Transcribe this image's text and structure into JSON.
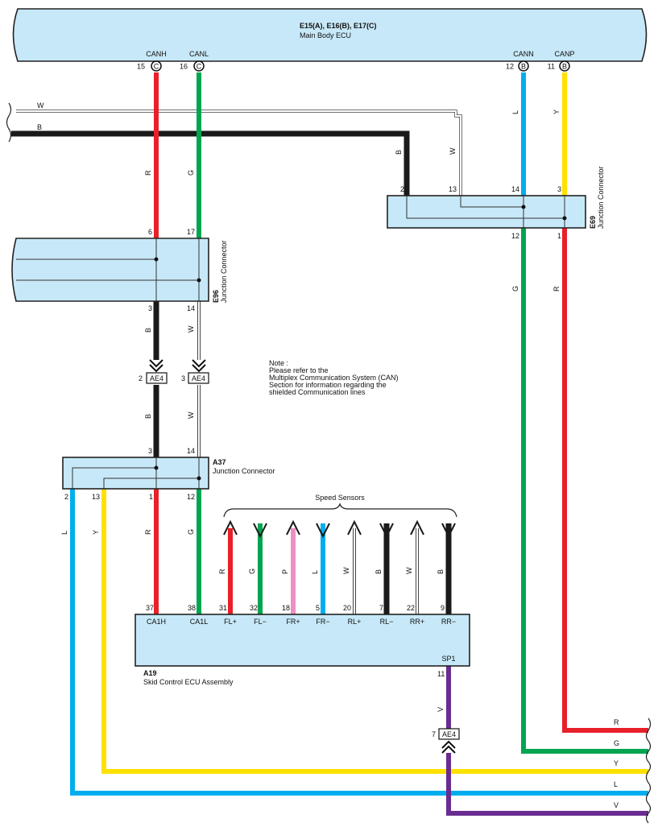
{
  "main_ecu": {
    "connectors": "E15(A), E16(B), E17(C)",
    "name": "Main Body ECU",
    "pins": [
      {
        "num": "15",
        "conn": "C",
        "signal": "CANH"
      },
      {
        "num": "16",
        "conn": "C",
        "signal": "CANL"
      },
      {
        "num": "12",
        "conn": "B",
        "signal": "CANN"
      },
      {
        "num": "11",
        "conn": "B",
        "signal": "CANP"
      }
    ]
  },
  "bus_lines": {
    "w": "W",
    "b": "B"
  },
  "e69": {
    "id": "E69",
    "name": "Junction Connector",
    "pins_top": [
      "2",
      "13",
      "14",
      "3"
    ],
    "pins_bottom": [
      "12",
      "1"
    ]
  },
  "e96": {
    "id": "E96",
    "name": "Junction Connector",
    "pins_top": [
      "6",
      "17"
    ],
    "pins_bottom": [
      "3",
      "14"
    ]
  },
  "ae4_upper": [
    {
      "num": "2",
      "name": "AE4"
    },
    {
      "num": "3",
      "name": "AE4"
    }
  ],
  "ae4_lower": {
    "num": "7",
    "name": "AE4"
  },
  "a37": {
    "id": "A37",
    "name": "Junction Connector",
    "pins_top": [
      "3",
      "14"
    ],
    "pins_bottom": [
      "2",
      "13",
      "1",
      "12"
    ]
  },
  "note": [
    "Note :",
    "Please refer to the",
    "Multiplex Communication System (CAN)",
    "Section for information regarding the",
    "shielded Communication lines"
  ],
  "speed_sensors": "Speed Sensors",
  "a19": {
    "id": "A19",
    "name": "Skid Control ECU Assembly",
    "pins": [
      {
        "num": "37",
        "signal": "CA1H"
      },
      {
        "num": "38",
        "signal": "CA1L"
      },
      {
        "num": "31",
        "signal": "FL+"
      },
      {
        "num": "32",
        "signal": "FL−"
      },
      {
        "num": "18",
        "signal": "FR+"
      },
      {
        "num": "5",
        "signal": "FR−"
      },
      {
        "num": "20",
        "signal": "RL+"
      },
      {
        "num": "7",
        "signal": "RL−"
      },
      {
        "num": "22",
        "signal": "RR+"
      },
      {
        "num": "9",
        "signal": "RR−"
      }
    ],
    "sp1": {
      "num": "11",
      "signal": "SP1"
    }
  },
  "wire_labels": {
    "canh": "R",
    "canl": "G",
    "cann": "L",
    "canp": "Y",
    "e69_b": "B",
    "e69_w": "W",
    "e69_out_g": "G",
    "e69_out_r": "R",
    "e96_b": "B",
    "e96_w": "W",
    "ae4_b": "B",
    "ae4_w": "W",
    "a37_l": "L",
    "a37_y": "Y",
    "a37_r": "R",
    "a37_g": "G",
    "sensors": [
      "R",
      "G",
      "P",
      "L",
      "W",
      "B",
      "W",
      "B"
    ],
    "sp1": "V"
  },
  "exit_labels": [
    "R",
    "G",
    "Y",
    "L",
    "V"
  ],
  "colors": {
    "red": "#e8202a",
    "green": "#00a550",
    "blue": "#00aeef",
    "yellow": "#ffe100",
    "black": "#1a1a1a",
    "white": "#ffffff",
    "pink": "#ee8fc4",
    "violet": "#6a2c91",
    "box": "#c7e8f8"
  }
}
